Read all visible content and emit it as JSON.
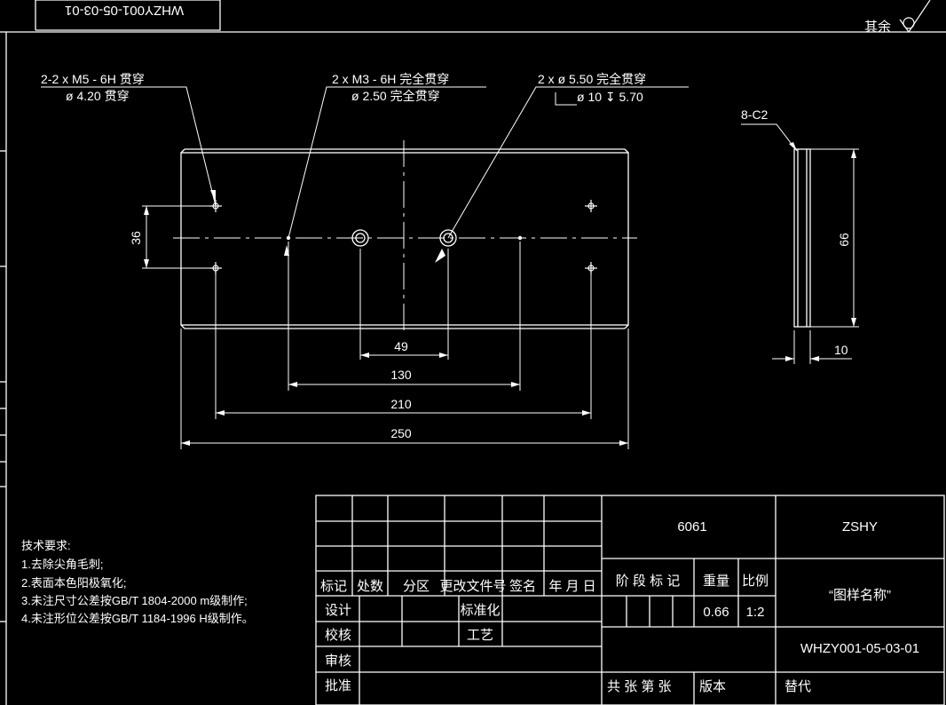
{
  "corner_code": "WHZY001-05-03-01",
  "surface": {
    "label": "其余",
    "symbol_icon": "roughness-symbol-icon"
  },
  "callouts": {
    "m5_line1": "2-2 x  M5 - 6H 贯穿",
    "m5_line2": "ø  4.20 贯穿",
    "m3_line1": "2 x  M3 - 6H 完全贯穿",
    "m3_line2": "ø  2.50 完全贯穿",
    "cb_line1": "2 x  ø  5.50 完全贯穿",
    "cb_line2": "ø  10  ↧ 5.70",
    "chamfer": "8-C2"
  },
  "dims": {
    "d36": "36",
    "d49": "49",
    "d130": "130",
    "d210": "210",
    "d250": "250",
    "d66": "66",
    "d10": "10"
  },
  "tech": {
    "title": "技术要求:",
    "items": [
      "1.去除尖角毛刺;",
      "2.表面本色阳极氧化;",
      "3.未注尺寸公差按GB/T 1804-2000 m级制作;",
      "4.未注形位公差按GB/T 1184-1996 H级制作。"
    ]
  },
  "title_block": {
    "material": "6061",
    "company": "ZSHY",
    "part_name": "“图样名称”",
    "drawing_no": "WHZY001-05-03-01",
    "headers": [
      "标记",
      "处数",
      "分区",
      "更改文件号",
      "签名",
      "年 月 日"
    ],
    "stage_label": "阶 段 标 记",
    "weight_label": "重量",
    "scale_label": "比例",
    "weight": "0.66",
    "scale": "1:2",
    "design": "设计",
    "standard": "标准化",
    "check": "校核",
    "process": "工艺",
    "review": "审核",
    "approve": "批准",
    "sheets": "共  张  第  张",
    "version": "版本",
    "replace": "替代"
  }
}
